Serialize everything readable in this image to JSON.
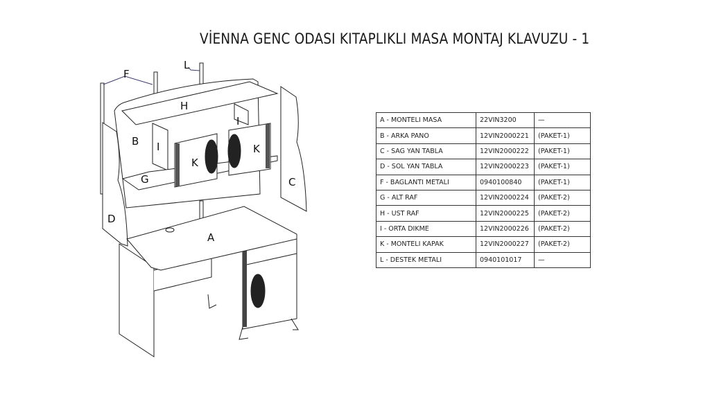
{
  "title": "VİENNA GENC ODASI KITAPLIKLI MASA MONTAJ KLAVUZU - 1",
  "diagram": {
    "labels": {
      "F": "F",
      "L": "L",
      "H": "H",
      "B": "B",
      "I1": "I",
      "I2": "I",
      "K1": "K",
      "K2": "K",
      "G": "G",
      "C": "C",
      "D": "D",
      "A": "A"
    },
    "line_color": "#222222",
    "connector_color": "#3a3a6a"
  },
  "parts": [
    {
      "part": "A - MONTELI MASA",
      "code": "22VIN3200",
      "package": "—"
    },
    {
      "part": "B - ARKA PANO",
      "code": "12VIN2000221",
      "package": "(PAKET-1)"
    },
    {
      "part": "C - SAG YAN TABLA",
      "code": "12VIN2000222",
      "package": "(PAKET-1)"
    },
    {
      "part": "D - SOL YAN TABLA",
      "code": "12VIN2000223",
      "package": "(PAKET-1)"
    },
    {
      "part": "F - BAGLANTI METALI",
      "code": "0940100840",
      "package": "(PAKET-1)"
    },
    {
      "part": "G - ALT RAF",
      "code": "12VIN2000224",
      "package": "(PAKET-2)"
    },
    {
      "part": "H - UST RAF",
      "code": "12VIN2000225",
      "package": "(PAKET-2)"
    },
    {
      "part": "I - ORTA DIKME",
      "code": "12VIN2000226",
      "package": "(PAKET-2)"
    },
    {
      "part": "K - MONTELI KAPAK",
      "code": "12VIN2000227",
      "package": "(PAKET-2)"
    },
    {
      "part": "L - DESTEK METALI",
      "code": "0940101017",
      "package": "—"
    }
  ]
}
